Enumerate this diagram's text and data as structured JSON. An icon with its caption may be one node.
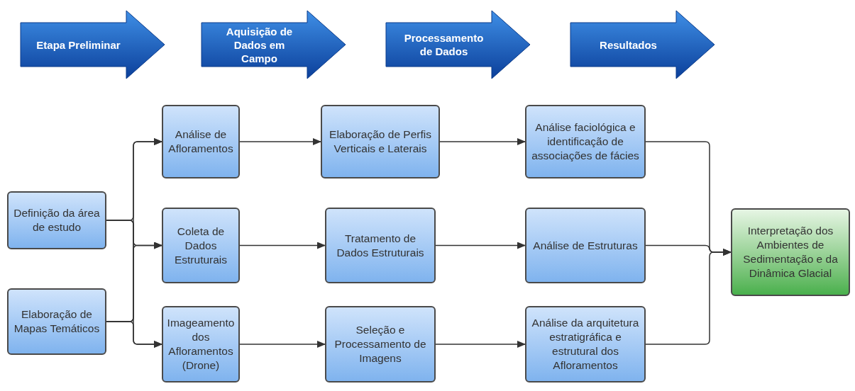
{
  "diagram": {
    "nodes": [
      {
        "text": [
          "Etapa Preliminar"
        ]
      },
      {
        "text": [
          "Aquisição de Dados em Campo"
        ]
      },
      {
        "text": [
          "Processamento de Dados"
        ]
      },
      {
        "text": [
          "Resultados"
        ]
      },
      {
        "text": [
          "Definição da área de estudo"
        ]
      },
      {
        "text": [
          "Elaboração de Mapas Temáticos"
        ]
      },
      {
        "text": [
          "Análise de Afloramentos"
        ]
      },
      {
        "text": [
          "Coleta de Dados Estruturais"
        ]
      },
      {
        "text": [
          "Imageamento dos Afloramentos (Drone)"
        ]
      },
      {
        "text": [
          "Elaboração de Perfis Verticais e Laterais"
        ]
      },
      {
        "text": [
          "Tratamento de Dados Estruturais"
        ]
      },
      {
        "text": [
          "Seleção e Processamento de Imagens"
        ]
      },
      {
        "text": [
          "Análise faciológica e identificação de associações de fácies"
        ]
      },
      {
        "text": [
          "Análise de Estruturas"
        ]
      },
      {
        "text": [
          "Análise da arquitetura estratigráfica e estrutural dos Afloramentos"
        ]
      },
      {
        "text": [
          "Interpretação dos Ambientes de Sedimentação e da Dinâmica Glacial"
        ]
      }
    ],
    "edges": [
      {
        "from": 4,
        "to": 6,
        "arrow": "to"
      },
      {
        "from": 4,
        "to": 7,
        "arrow": "to"
      },
      {
        "from": 4,
        "to": 8,
        "arrow": "to"
      },
      {
        "from": 5,
        "to": 6,
        "arrow": "to"
      },
      {
        "from": 5,
        "to": 7,
        "arrow": "to"
      },
      {
        "from": 5,
        "to": 8,
        "arrow": "to"
      },
      {
        "from": 6,
        "to": 9,
        "arrow": "to"
      },
      {
        "from": 7,
        "to": 10,
        "arrow": "to"
      },
      {
        "from": 8,
        "to": 11,
        "arrow": "to"
      },
      {
        "from": 9,
        "to": 12,
        "arrow": "to"
      },
      {
        "from": 10,
        "to": 13,
        "arrow": "to"
      },
      {
        "from": 11,
        "to": 14,
        "arrow": "to"
      },
      {
        "from": 12,
        "to": 15,
        "arrow": "to"
      },
      {
        "from": 13,
        "to": 15,
        "arrow": "to"
      },
      {
        "from": 14,
        "to": 15,
        "arrow": "to"
      }
    ]
  }
}
